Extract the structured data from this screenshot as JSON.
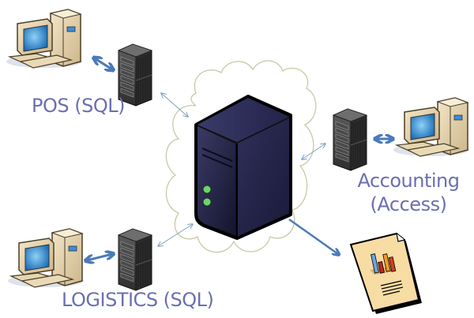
{
  "diagram": {
    "type": "network",
    "nodes": [
      {
        "id": "central-server",
        "kind": "server",
        "label": ""
      },
      {
        "id": "pos",
        "kind": "workstation+rack-server",
        "label": "POS (SQL)"
      },
      {
        "id": "accounting",
        "kind": "workstation+rack-server",
        "label_line1": "Accounting",
        "label_line2": "(Access)"
      },
      {
        "id": "logistics",
        "kind": "workstation+rack-server",
        "label": "LOGISTICS (SQL)"
      },
      {
        "id": "report",
        "kind": "document-chart",
        "label": ""
      }
    ],
    "edges": [
      {
        "from": "pos-computer",
        "to": "pos-server",
        "style": "bidirectional"
      },
      {
        "from": "pos-server",
        "to": "central-server",
        "style": "bidirectional-thin"
      },
      {
        "from": "accounting-computer",
        "to": "accounting-server",
        "style": "bidirectional"
      },
      {
        "from": "accounting-server",
        "to": "central-server",
        "style": "bidirectional-thin"
      },
      {
        "from": "logistics-computer",
        "to": "logistics-server",
        "style": "bidirectional"
      },
      {
        "from": "logistics-server",
        "to": "central-server",
        "style": "bidirectional-thin"
      },
      {
        "from": "central-server",
        "to": "report",
        "style": "directed"
      }
    ],
    "colors": {
      "label": "#6b6fb0",
      "arrow": "#4a7ab8",
      "thin_arrow": "#7fa0c0",
      "cloud": "#c8c8a8",
      "server_body": "#232347",
      "led": "#6fd36f"
    }
  }
}
